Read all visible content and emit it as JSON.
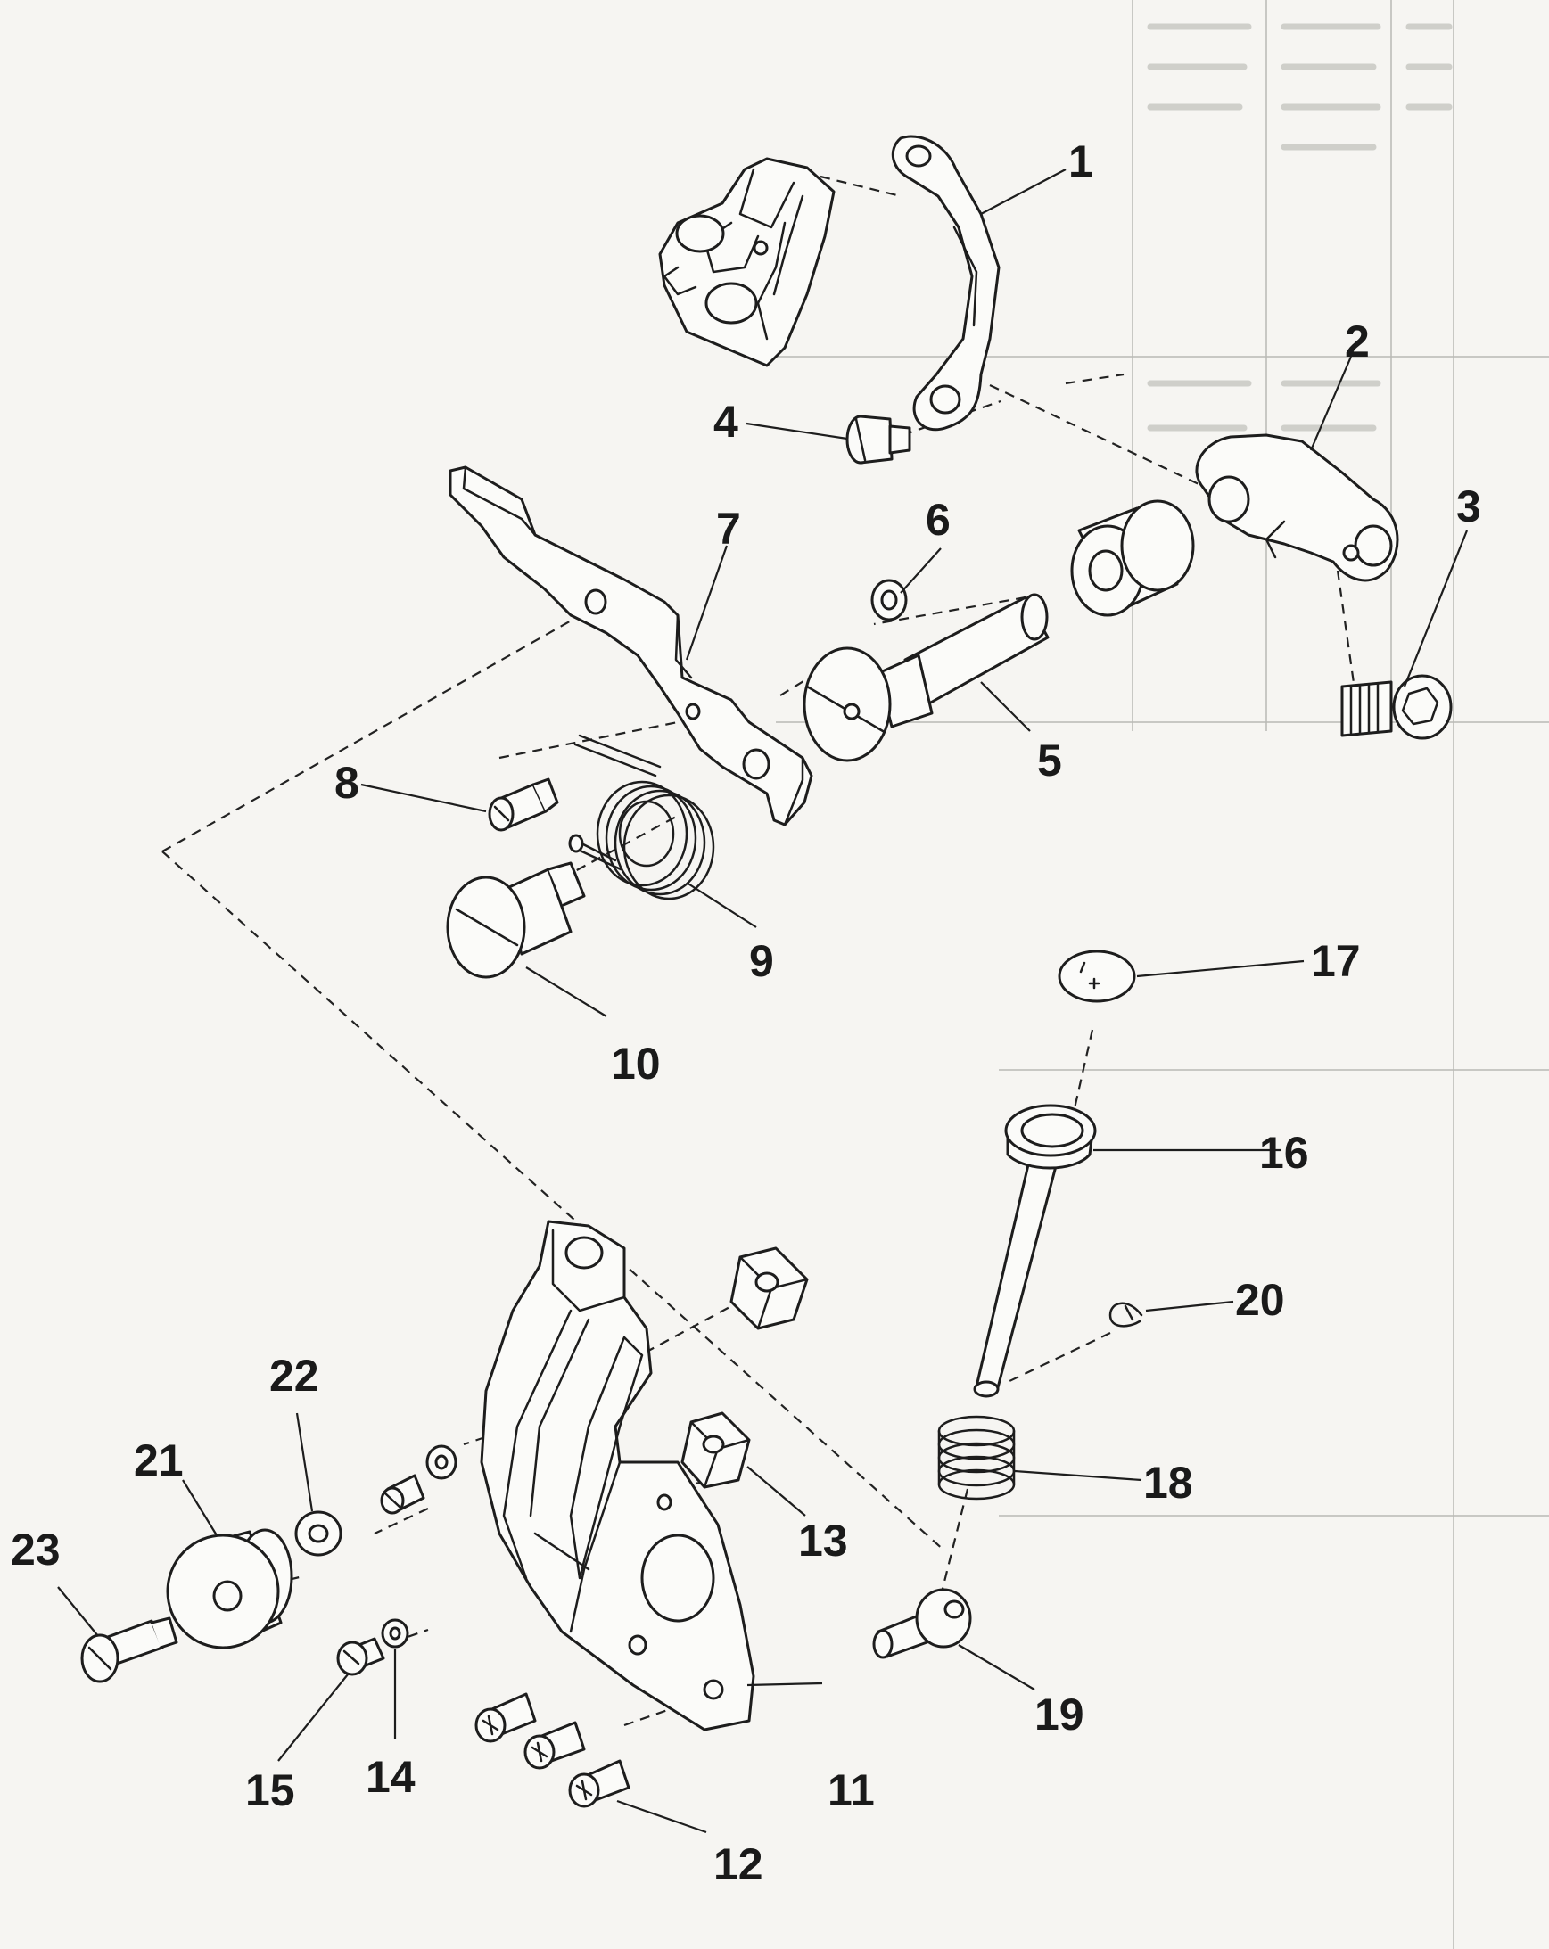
{
  "colors": {
    "background": "#f6f5f2",
    "ink": "#1d1d1d"
  },
  "callouts": [
    {
      "id": "1",
      "label": "1"
    },
    {
      "id": "2",
      "label": "2"
    },
    {
      "id": "3",
      "label": "3"
    },
    {
      "id": "4",
      "label": "4"
    },
    {
      "id": "5",
      "label": "5"
    },
    {
      "id": "6",
      "label": "6"
    },
    {
      "id": "7",
      "label": "7"
    },
    {
      "id": "8",
      "label": "8"
    },
    {
      "id": "9",
      "label": "9"
    },
    {
      "id": "10",
      "label": "10"
    },
    {
      "id": "11",
      "label": "11"
    },
    {
      "id": "12",
      "label": "12"
    },
    {
      "id": "13",
      "label": "13"
    },
    {
      "id": "14",
      "label": "14"
    },
    {
      "id": "15",
      "label": "15"
    },
    {
      "id": "16",
      "label": "16"
    },
    {
      "id": "17",
      "label": "17"
    },
    {
      "id": "18",
      "label": "18"
    },
    {
      "id": "19",
      "label": "19"
    },
    {
      "id": "20",
      "label": "20"
    },
    {
      "id": "21",
      "label": "21"
    },
    {
      "id": "22",
      "label": "22"
    },
    {
      "id": "23",
      "label": "23"
    }
  ]
}
